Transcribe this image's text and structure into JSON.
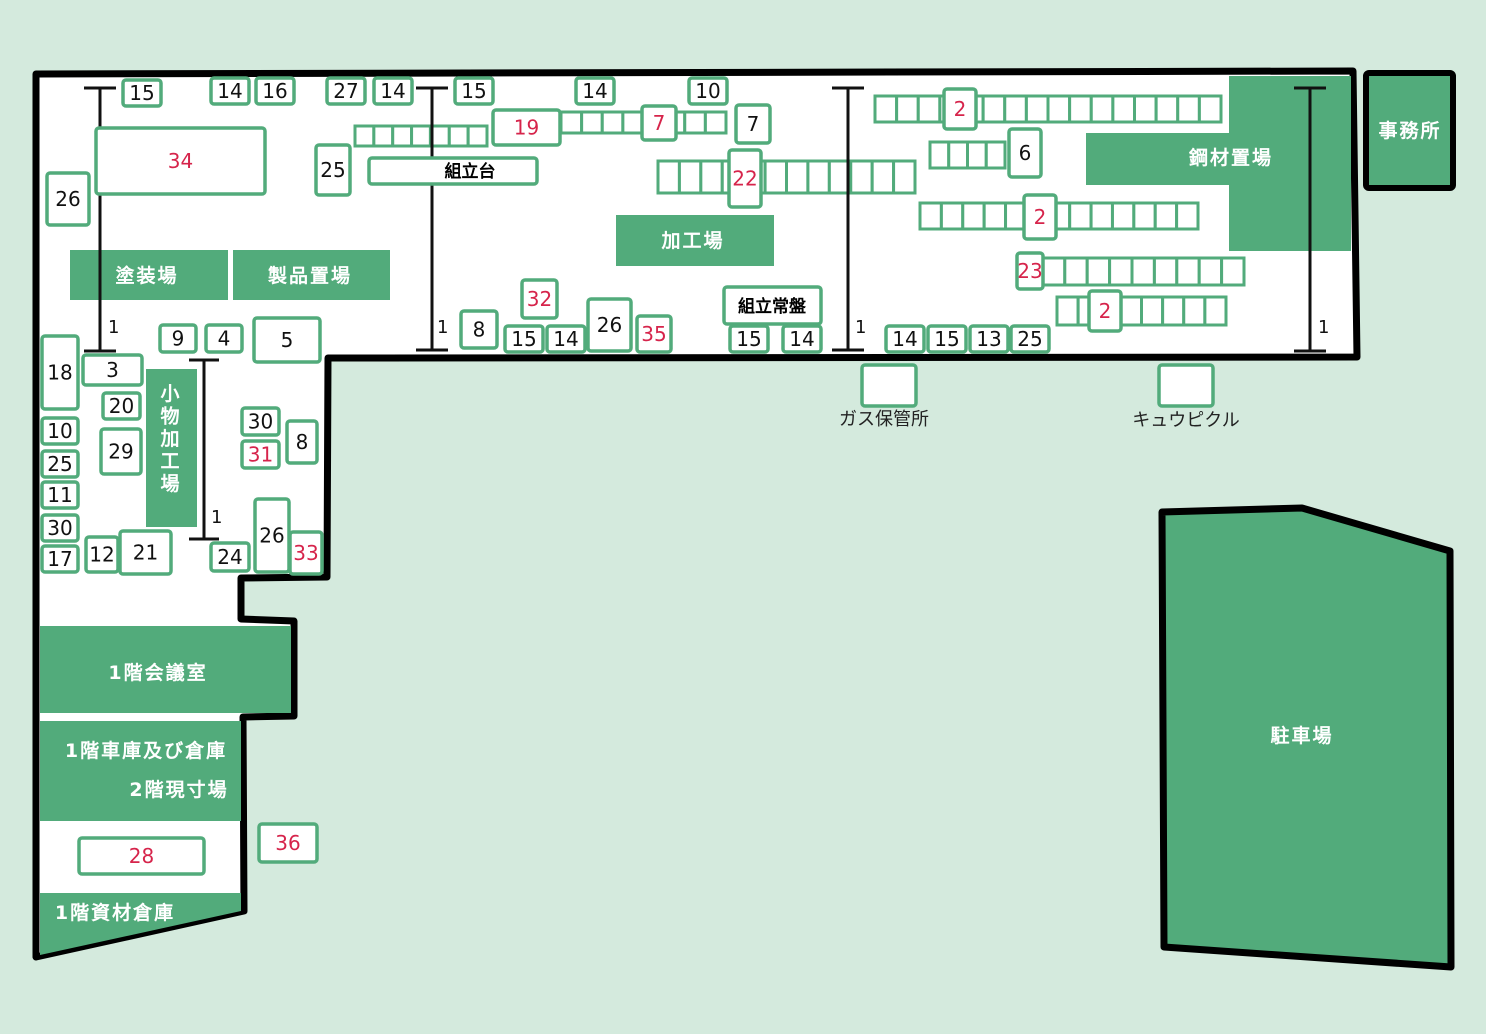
{
  "areas": {
    "office": "事務所",
    "steel_storage": "鋼材置場",
    "painting": "塗装場",
    "product_storage": "製品置場",
    "processing": "加工場",
    "small_parts": "小物加工場",
    "meeting_room": "1階会議室",
    "garage_line1": "1階車庫及び倉庫",
    "garage_line2": "2階現寸場",
    "material_storage": "1階資材倉庫",
    "parking": "駐車場"
  },
  "labels": {
    "assembly_table": "組立台",
    "assembly_board": "組立常盤",
    "gas_storage": "ガス保管所",
    "cubicle": "キュウピクル"
  },
  "crane_label": "1",
  "items": [
    {
      "n": "15"
    },
    {
      "n": "14"
    },
    {
      "n": "16"
    },
    {
      "n": "27"
    },
    {
      "n": "14"
    },
    {
      "n": "15"
    },
    {
      "n": "14"
    },
    {
      "n": "10"
    },
    {
      "n": "34"
    },
    {
      "n": "26"
    },
    {
      "n": "25"
    },
    {
      "n": "19"
    },
    {
      "n": "7"
    },
    {
      "n": "7"
    },
    {
      "n": "22"
    },
    {
      "n": "2"
    },
    {
      "n": "6"
    },
    {
      "n": "2"
    },
    {
      "n": "23"
    },
    {
      "n": "2"
    },
    {
      "n": "32"
    },
    {
      "n": "8"
    },
    {
      "n": "15"
    },
    {
      "n": "14"
    },
    {
      "n": "26"
    },
    {
      "n": "35"
    },
    {
      "n": "15"
    },
    {
      "n": "14"
    },
    {
      "n": "14"
    },
    {
      "n": "15"
    },
    {
      "n": "13"
    },
    {
      "n": "25"
    },
    {
      "n": "9"
    },
    {
      "n": "4"
    },
    {
      "n": "5"
    },
    {
      "n": "18"
    },
    {
      "n": "3"
    },
    {
      "n": "20"
    },
    {
      "n": "29"
    },
    {
      "n": "10"
    },
    {
      "n": "25"
    },
    {
      "n": "11"
    },
    {
      "n": "30"
    },
    {
      "n": "17"
    },
    {
      "n": "12"
    },
    {
      "n": "21"
    },
    {
      "n": "24"
    },
    {
      "n": "30"
    },
    {
      "n": "31"
    },
    {
      "n": "8"
    },
    {
      "n": "26"
    },
    {
      "n": "33"
    },
    {
      "n": "28"
    },
    {
      "n": "36"
    }
  ],
  "colors": {
    "background": "#d4eadd",
    "area": "#52ab7b",
    "box_border": "#52ab7b",
    "highlight_text": "#d6244b",
    "wall": "#000000"
  }
}
